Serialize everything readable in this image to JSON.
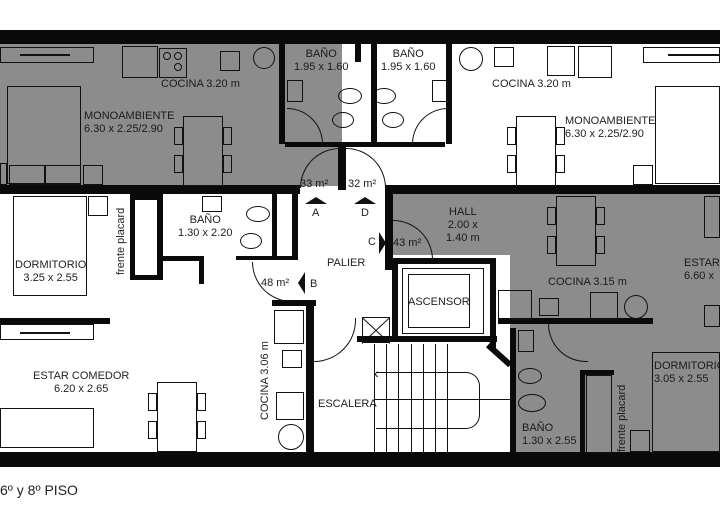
{
  "plan": {
    "footer_label": "6º y 8º PISO",
    "colors": {
      "unit_fill": "#8c8c8c",
      "wall": "#0a0a0a",
      "background": "#ffffff",
      "text": "#222222"
    },
    "units": {
      "unit_a": {
        "area": "33 m²",
        "letter": "A",
        "fill": "gray"
      },
      "unit_d": {
        "area": "32 m²",
        "letter": "D",
        "fill": "white"
      },
      "unit_c": {
        "area": "43 m²",
        "letter": "C",
        "fill": "gray"
      },
      "unit_b": {
        "area": "48 m²",
        "letter": "B",
        "fill": "white"
      }
    },
    "rooms": {
      "mono_left": {
        "name": "MONOAMBIENTE",
        "dims": "6.30 x 2.25/2.90"
      },
      "cocina_left": {
        "name": "COCINA 3.20 m"
      },
      "bano_left": {
        "name": "BAÑO",
        "dims": "1.95 x 1.60"
      },
      "bano_right": {
        "name": "BAÑO",
        "dims": "1.95 x 1.60"
      },
      "cocina_right": {
        "name": "COCINA 3.20 m"
      },
      "mono_right": {
        "name": "MONOAMBIENTE",
        "dims": "6.30 x 2.25/2.90"
      },
      "dormitorio_b": {
        "name": "DORMITORIO",
        "dims": "3.25 x 2.55"
      },
      "placard_b": {
        "name": "frente placard"
      },
      "bano_b": {
        "name": "BAÑO",
        "dims": "1.30 x 2.20"
      },
      "estar_b": {
        "name": "ESTAR COMEDOR",
        "dims": "6.20 x 2.65"
      },
      "cocina_b": {
        "name": "COCINA 3.06 m"
      },
      "palier": {
        "name": "PALIER"
      },
      "escalera": {
        "name": "ESCALERA"
      },
      "ascensor": {
        "name": "ASCENSOR"
      },
      "hall_c": {
        "name": "HALL",
        "dims1": "2.00 x",
        "dims2": "1.40 m"
      },
      "cocina_c": {
        "name": "COCINA 3.15 m"
      },
      "estar_c": {
        "name": "ESTAR C",
        "dims": "6.60 x"
      },
      "dormitorio_c": {
        "name": "DORMITORIO",
        "dims": "3.05 x 2.55"
      },
      "placard_c": {
        "name": "frente placard"
      },
      "bano_c": {
        "name": "BAÑO",
        "dims": "1.30 x 2.55"
      }
    }
  }
}
